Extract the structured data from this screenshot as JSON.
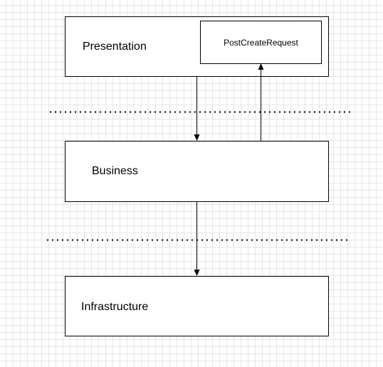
{
  "layers": {
    "presentation": {
      "label": "Presentation"
    },
    "business": {
      "label": "Business"
    },
    "infrastructure": {
      "label": "Infrastructure"
    }
  },
  "components": {
    "post_create_request": {
      "label": "PostCreateRequest"
    }
  },
  "connectors": [
    {
      "from": "presentation",
      "to": "business",
      "direction": "down"
    },
    {
      "from": "business",
      "to": "post_create_request",
      "direction": "up"
    },
    {
      "from": "business",
      "to": "infrastructure",
      "direction": "down"
    }
  ],
  "style": {
    "stroke_color": "#000000",
    "grid_color": "#e6e6e6"
  }
}
